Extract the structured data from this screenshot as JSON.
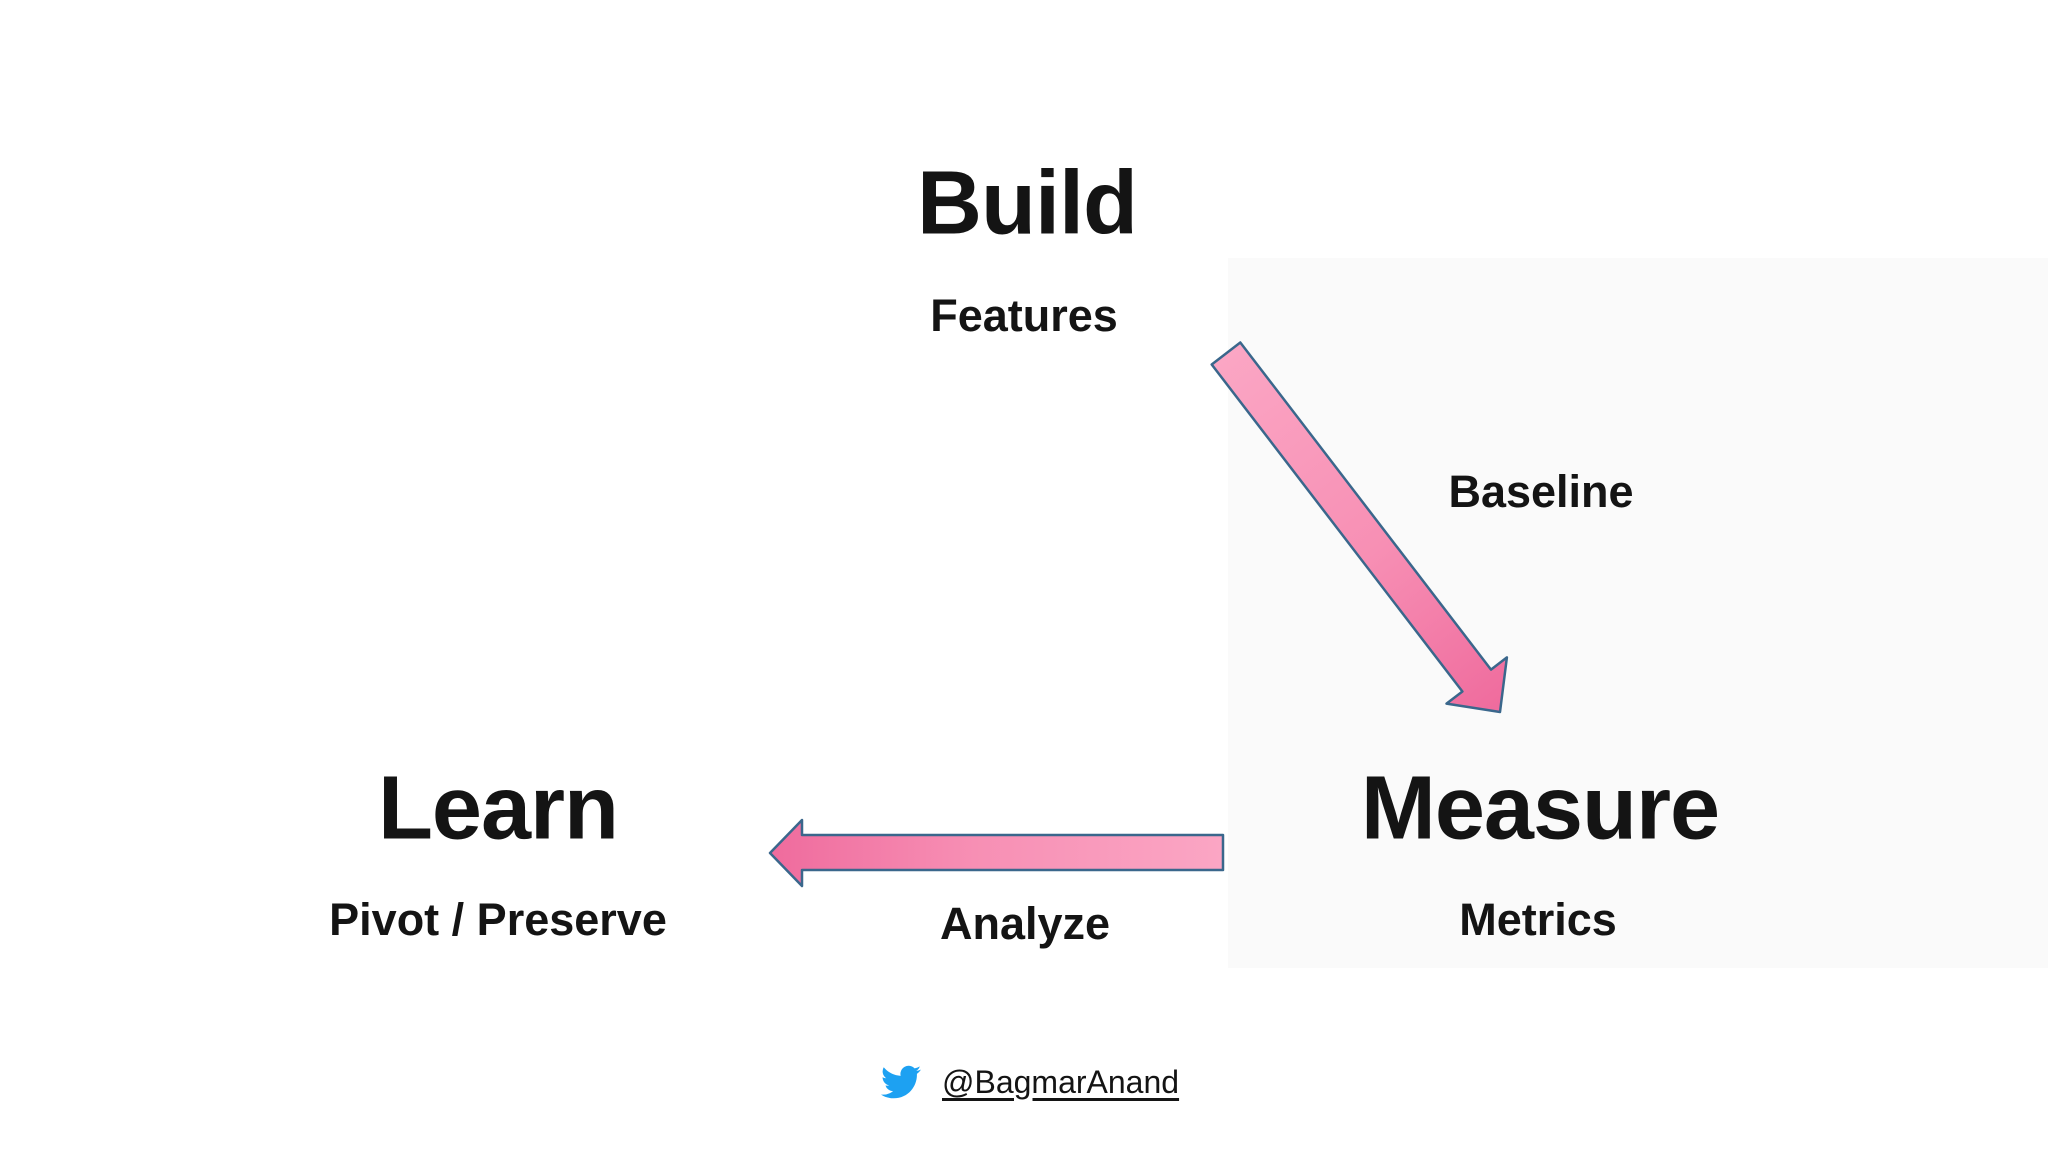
{
  "slide": {
    "background_color": "#ffffff",
    "text_color": "#141414"
  },
  "diagram": {
    "type": "build-measure-learn-cycle",
    "nodes": [
      {
        "id": "build",
        "title": "Build",
        "subtitle": "Features"
      },
      {
        "id": "measure",
        "title": "Measure",
        "subtitle": "Metrics"
      },
      {
        "id": "learn",
        "title": "Learn",
        "subtitle": "Pivot / Preserve"
      }
    ],
    "arrows": [
      {
        "id": "baseline",
        "label": "Baseline",
        "from": "build",
        "to": "measure",
        "direction": "diagonal-down-right"
      },
      {
        "id": "analyze",
        "label": "Analyze",
        "from": "measure",
        "to": "learn",
        "direction": "horizontal-left"
      }
    ],
    "arrow_style": {
      "fill_light": "#FBA6C4",
      "fill_dark": "#EF6B9D",
      "stroke": "#3A678C"
    }
  },
  "footer": {
    "icon": "twitter-icon",
    "icon_color": "#1DA1F2",
    "handle": "@BagmarAnand"
  }
}
